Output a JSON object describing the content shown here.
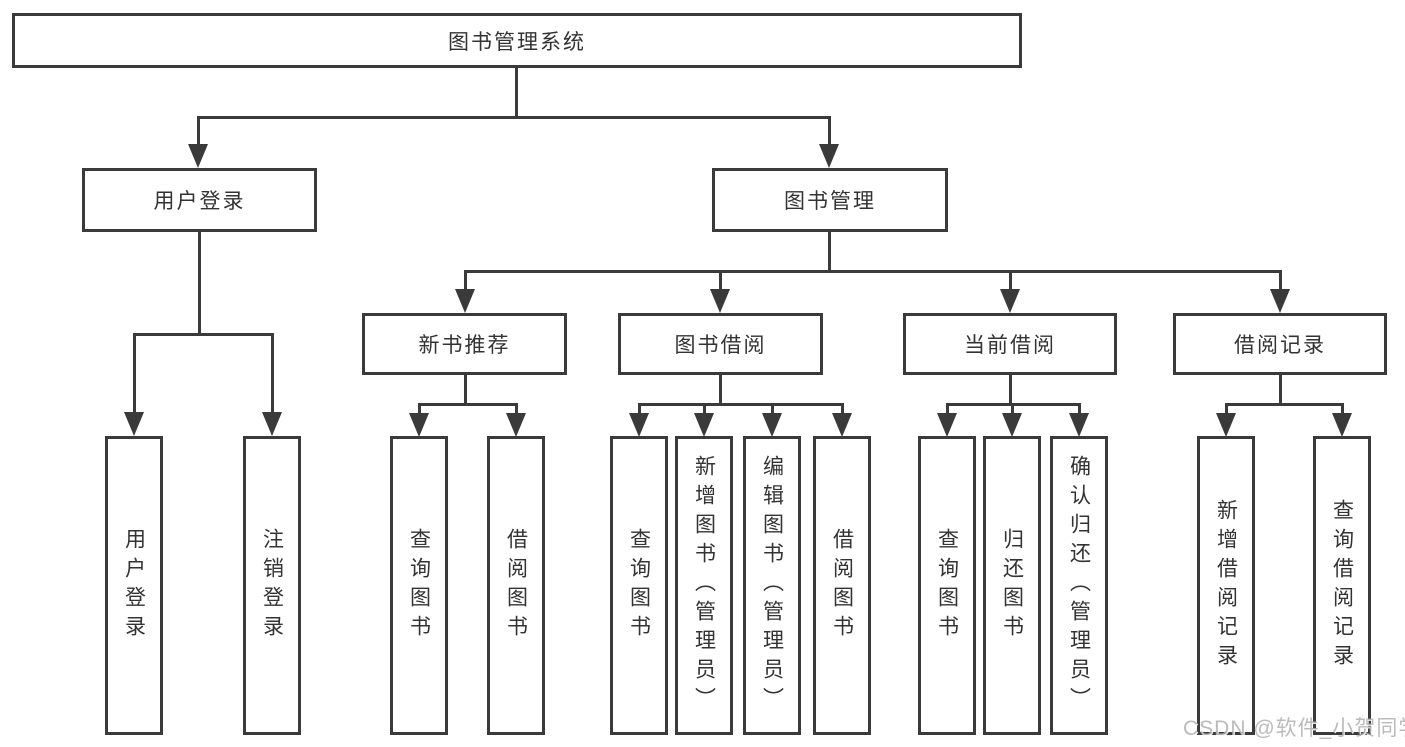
{
  "diagram": {
    "title": "图书管理系统",
    "branches": {
      "user_login": {
        "label": "用户登录",
        "children": [
          "用户登录",
          "注销登录"
        ]
      },
      "book_management": {
        "label": "图书管理",
        "children": {
          "new_books": {
            "label": "新书推荐",
            "children": [
              "查询图书",
              "借阅图书"
            ]
          },
          "borrowing": {
            "label": "图书借阅",
            "children": [
              "查询图书",
              "新增图书（管理员）",
              "编辑图书（管理员）",
              "借阅图书"
            ]
          },
          "current": {
            "label": "当前借阅",
            "children": [
              "查询图书",
              "归还图书",
              "确认归还（管理员）"
            ]
          },
          "records": {
            "label": "借阅记录",
            "children": [
              "新增借阅记录",
              "查询借阅记录"
            ]
          }
        }
      }
    }
  },
  "watermark": "CSDN @软件_小贺同学",
  "colors": {
    "line": "#3a3a3a",
    "text": "#333333",
    "watermark": "#afafaf",
    "background": "#ffffff"
  }
}
